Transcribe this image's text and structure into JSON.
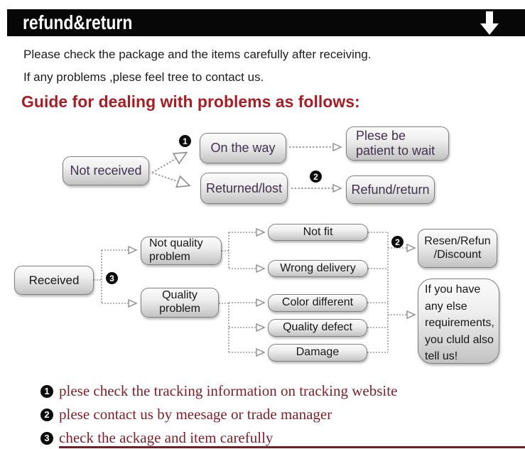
{
  "header": {
    "title": "refund&return",
    "arrow_icon": "down-arrow"
  },
  "intro": {
    "line1": "Please check the package and the items carefully after receiving.",
    "line2": "If any problems ,plese feel tree to contact us."
  },
  "heading": {
    "text": "Guide for dealing with problems as follows:"
  },
  "flow1": {
    "not_received": "Not received",
    "marker1": "1",
    "on_the_way": "On the way",
    "plese_be_patient": "Plese be\npatient to wait",
    "returned_lost": "Returned/lost",
    "marker2": "2",
    "refund_return": "Refund/return"
  },
  "flow2": {
    "received": "Received",
    "marker3": "3",
    "not_quality_problem": "Not quality\nproblem",
    "quality_problem": "Quality\nproblem",
    "not_fit": "Not fit",
    "wrong_delivery": "Wrong delivery",
    "color_different": "Color different",
    "quality_defect": "Quality defect",
    "damage": "Damage",
    "marker2": "2",
    "resen_refun": "Resen/Refun\n/Discount",
    "if_you_have": "If you have\nany else\nrequirements,\nyou cluld also\ntell us!"
  },
  "footnotes": [
    {
      "marker": "1",
      "text": "plese check the tracking information on tracking website"
    },
    {
      "marker": "2",
      "text": "plese contact us by meesage or trade manager"
    },
    {
      "marker": "3",
      "text": "check the ackage and item carefully"
    }
  ],
  "colors": {
    "header_bg": "#070707",
    "heading_red": "#a81d23",
    "footnote_maroon": "#7d1f2b",
    "box_border": "#7f7f7f",
    "box_fill_top": "#fbfbfb",
    "box_fill_bottom": "#c2c2c2",
    "top_diagram_text": "#42304d",
    "connector_gray": "#a0a0a0"
  }
}
